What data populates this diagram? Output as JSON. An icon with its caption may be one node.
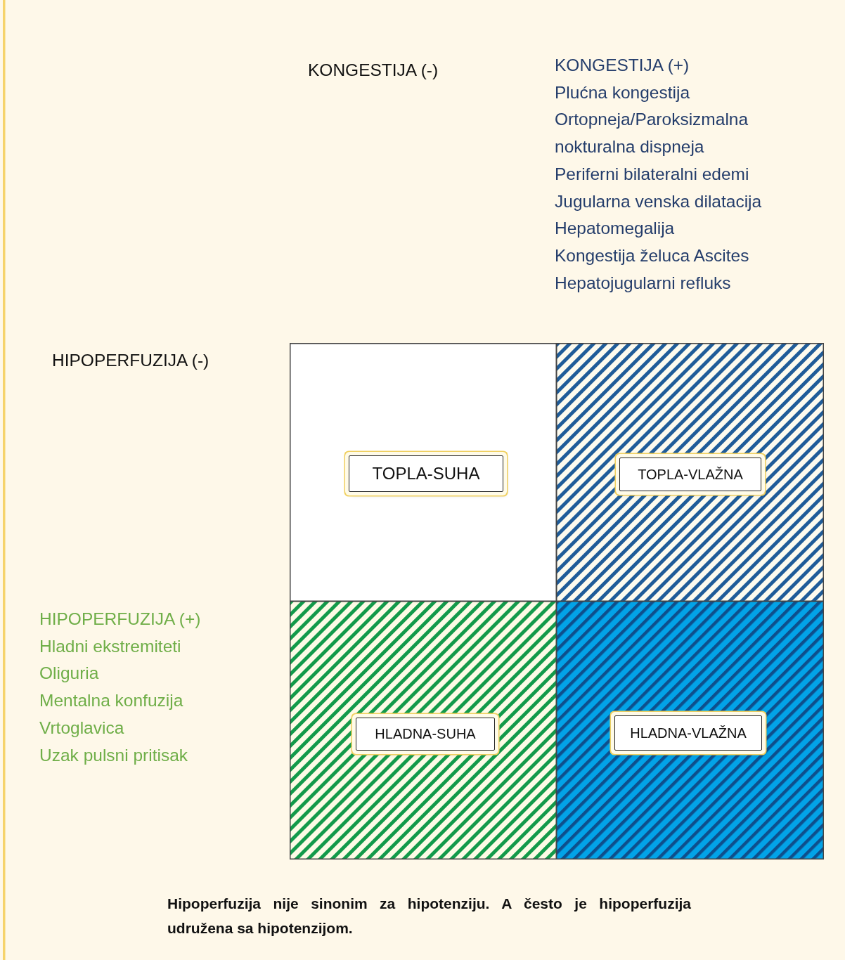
{
  "diagram": {
    "caption": "Hipoperfuzija nije sinonim za hipotenziju. A često je hipoperfuzija udružena sa hipotenzijom.",
    "nodes": [
      {
        "text": [],
        "shape": "box"
      },
      {
        "text": [],
        "shape": "box"
      },
      {
        "text": [],
        "shape": "box"
      },
      {
        "text": [],
        "shape": "box"
      },
      {
        "text": [
          "TOPLA-SUHA"
        ],
        "in": 0
      },
      {
        "text": [
          "TOPLA-VLAŽNA"
        ],
        "in": 1
      },
      {
        "text": [
          "HLADNA-SUHA"
        ],
        "in": 2
      },
      {
        "text": [
          "HLADNA-VLAŽNA"
        ],
        "in": 3
      }
    ],
    "labels": [
      "KONGESTIJA (-)",
      "KONGESTIJA (+)",
      "Plućna kongestija",
      "Ortopneja/Paroksizmalna nokturalna dispneja",
      "Periferni bilateralni edemi",
      "Jugularna venska dilatacija",
      "Hepatomegalija",
      "Kongestija želuca Ascites",
      "Hepatojugularni refluks",
      "HIPOPERFUZIJA (-)",
      "HIPOPERFUZIJA (+)",
      "Hladni ekstremiteti",
      "Oliguria",
      "Mentalna konfuzija",
      "Vrtoglavica",
      "Uzak pulsni pritisak"
    ]
  }
}
